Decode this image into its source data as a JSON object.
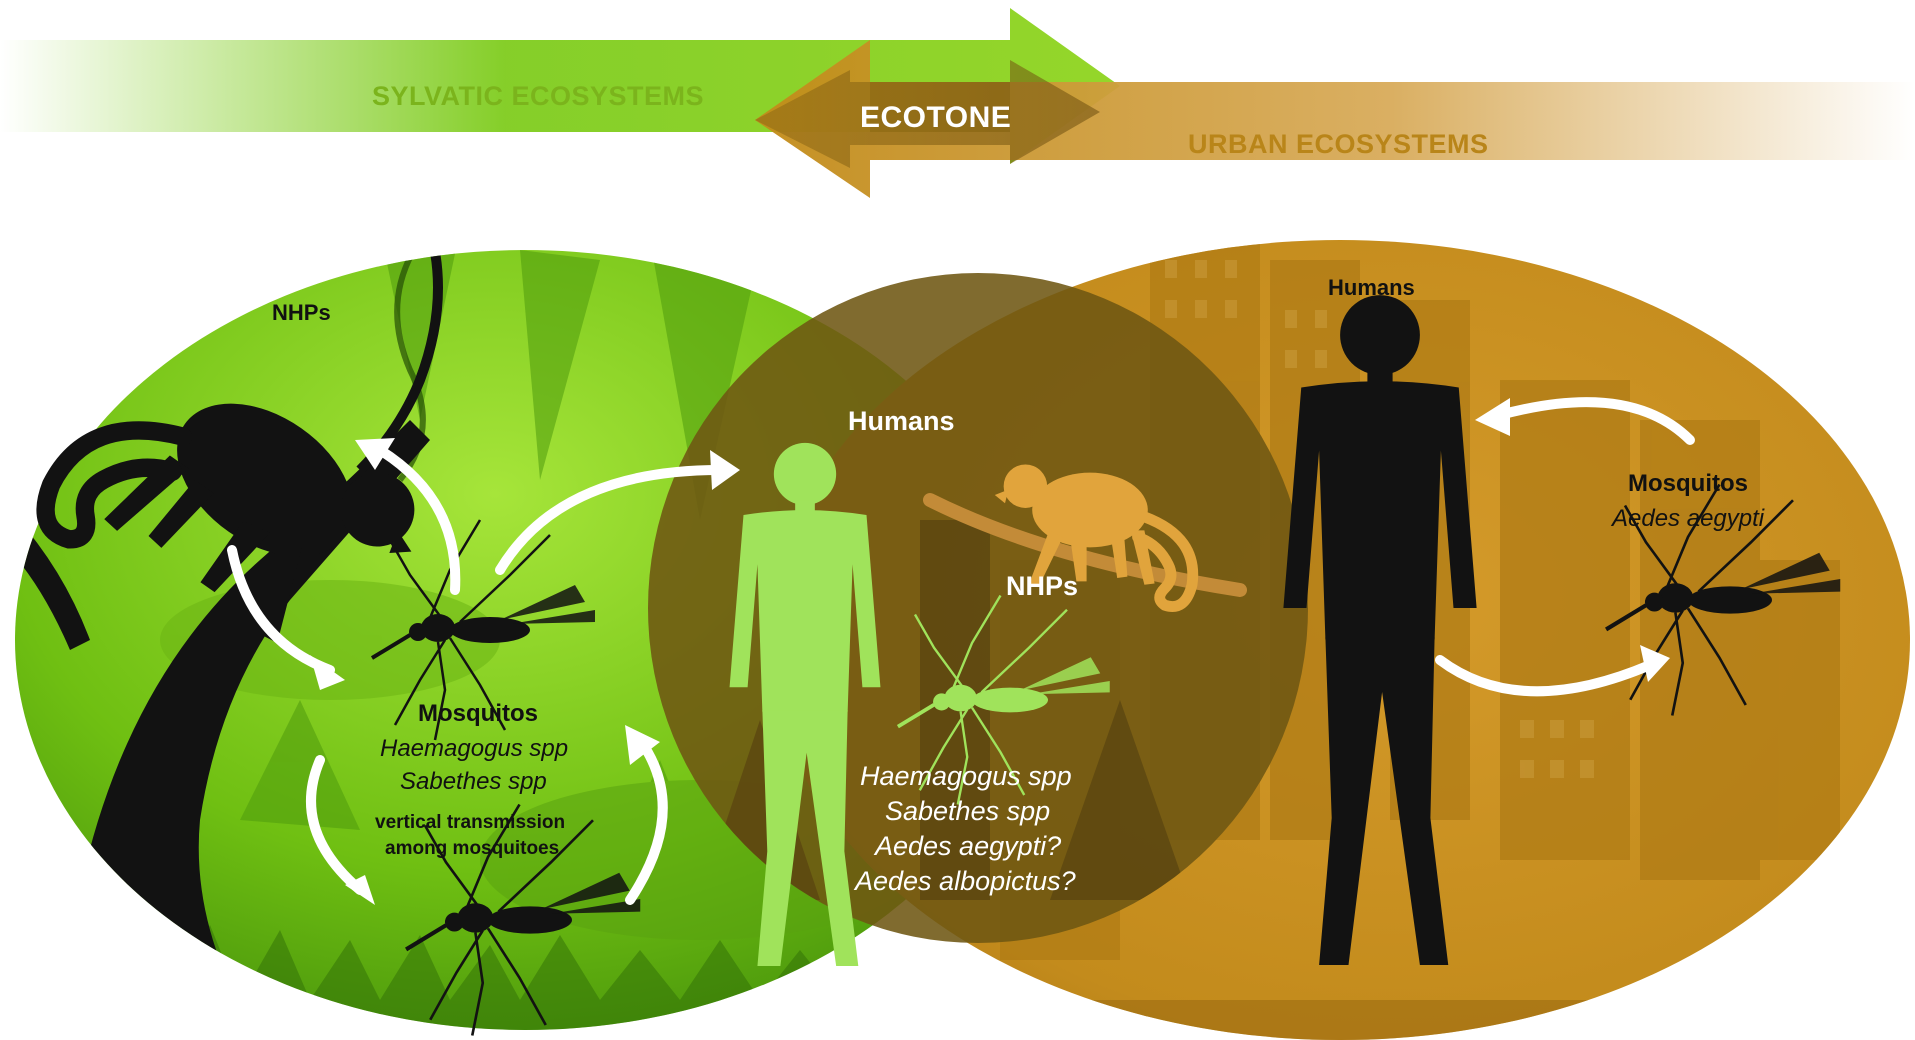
{
  "colors": {
    "sylvatic_green": "#79c11c",
    "bright_green": "#8fd41f",
    "urban_gold": "#c6901c",
    "ecotone_brown": "#7b5a12",
    "silhouette": "#121212",
    "light_green_figure": "#9fe35a",
    "light_gold_figure": "#e0a43a",
    "arrow_white": "#ffffff"
  },
  "banner": {
    "sylvatic": "SYLVATIC ECOSYSTEMS",
    "ecotone": "ECOTONE",
    "urban": "URBAN ECOSYSTEMS"
  },
  "sylvatic": {
    "nhp_label": "NHPs",
    "mosquito_title": "Mosquitos",
    "species_1": "Haemagogus spp",
    "species_2": "Sabethes spp",
    "vertical_line_1": "vertical transmission",
    "vertical_line_2": "among mosquitoes"
  },
  "ecotone": {
    "humans_label": "Humans",
    "nhp_label": "NHPs",
    "species_1": "Haemagogus spp",
    "species_2": "Sabethes spp",
    "species_3": "Aedes aegypti?",
    "species_4": "Aedes albopictus?"
  },
  "urban": {
    "humans_label": "Humans",
    "mosquito_title": "Mosquitos",
    "species_1": "Aedes aegypti"
  },
  "icons": [
    "monkey-silhouette",
    "human-silhouette",
    "mosquito-silhouette",
    "cycle-arrow",
    "city-skyline",
    "jungle-foliage"
  ]
}
